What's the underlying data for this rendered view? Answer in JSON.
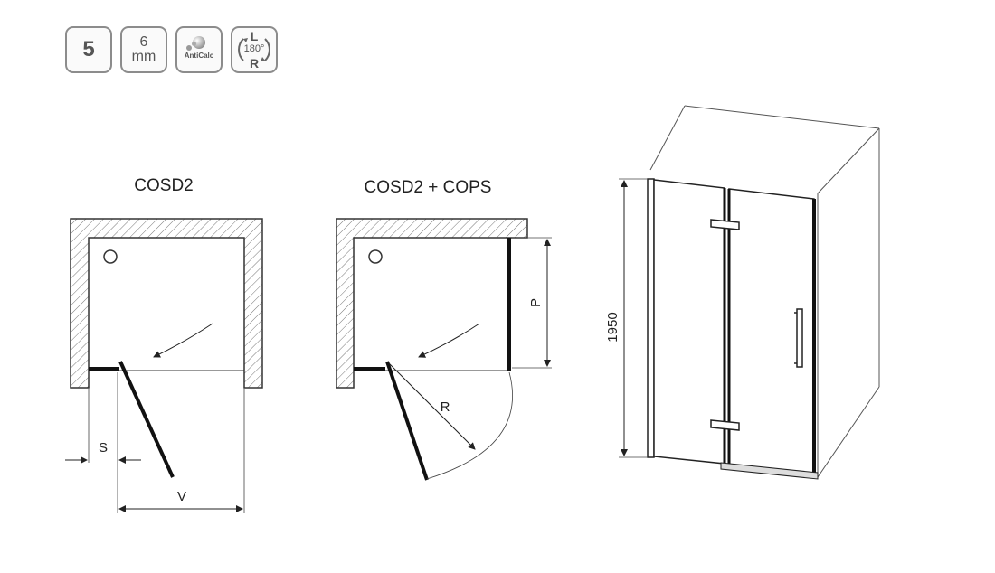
{
  "badges": {
    "class_number": "5",
    "glass_thickness_value": "6",
    "glass_thickness_unit": "mm",
    "coating_label": "AntiCalc",
    "reversible_left": "L",
    "reversible_angle": "180°",
    "reversible_right": "R"
  },
  "plans": {
    "cosd2": {
      "title": "COSD2",
      "dim_s": "S",
      "dim_v": "V"
    },
    "cosd2_cops": {
      "title": "COSD2 + COPS",
      "dim_p": "P",
      "dim_r": "R"
    }
  },
  "perspective": {
    "height_label": "1950"
  }
}
